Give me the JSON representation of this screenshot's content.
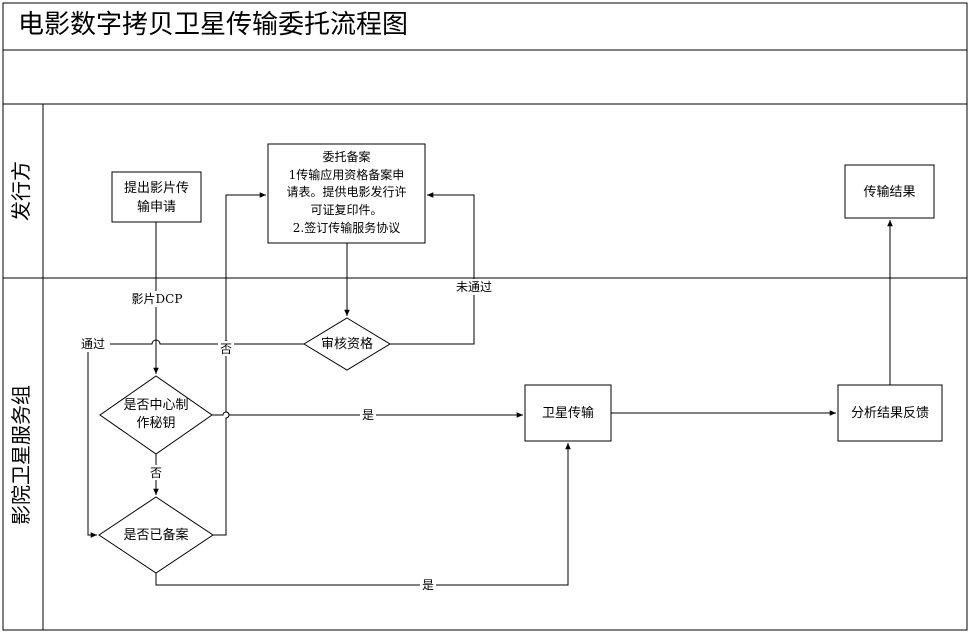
{
  "title": "电影数字拷贝卫星传输委托流程图",
  "lanes": {
    "top": "发行方",
    "bottom": "影院卫星服务组"
  },
  "nodes": {
    "submit_request": [
      "提出影片传",
      "输申请"
    ],
    "entrust_record": [
      "委托备案",
      "1传输应用资格备案申",
      "请表。提供电影发行许",
      "可证复印件。",
      "2.签订传输服务协议"
    ],
    "transfer_result": "传输结果",
    "review_qualification": "审核资格",
    "is_center_key": [
      "是否中心制",
      "作秘钥"
    ],
    "is_recorded": "是否已备案",
    "satellite_transfer": "卫星传输",
    "analyze_feedback": "分析结果反馈"
  },
  "edge_labels": {
    "film_dcp": "影片DCP",
    "not_passed": "未通过",
    "passed": "通过",
    "no_1": "否",
    "no_2": "否",
    "yes_1": "是",
    "yes_2": "是"
  }
}
